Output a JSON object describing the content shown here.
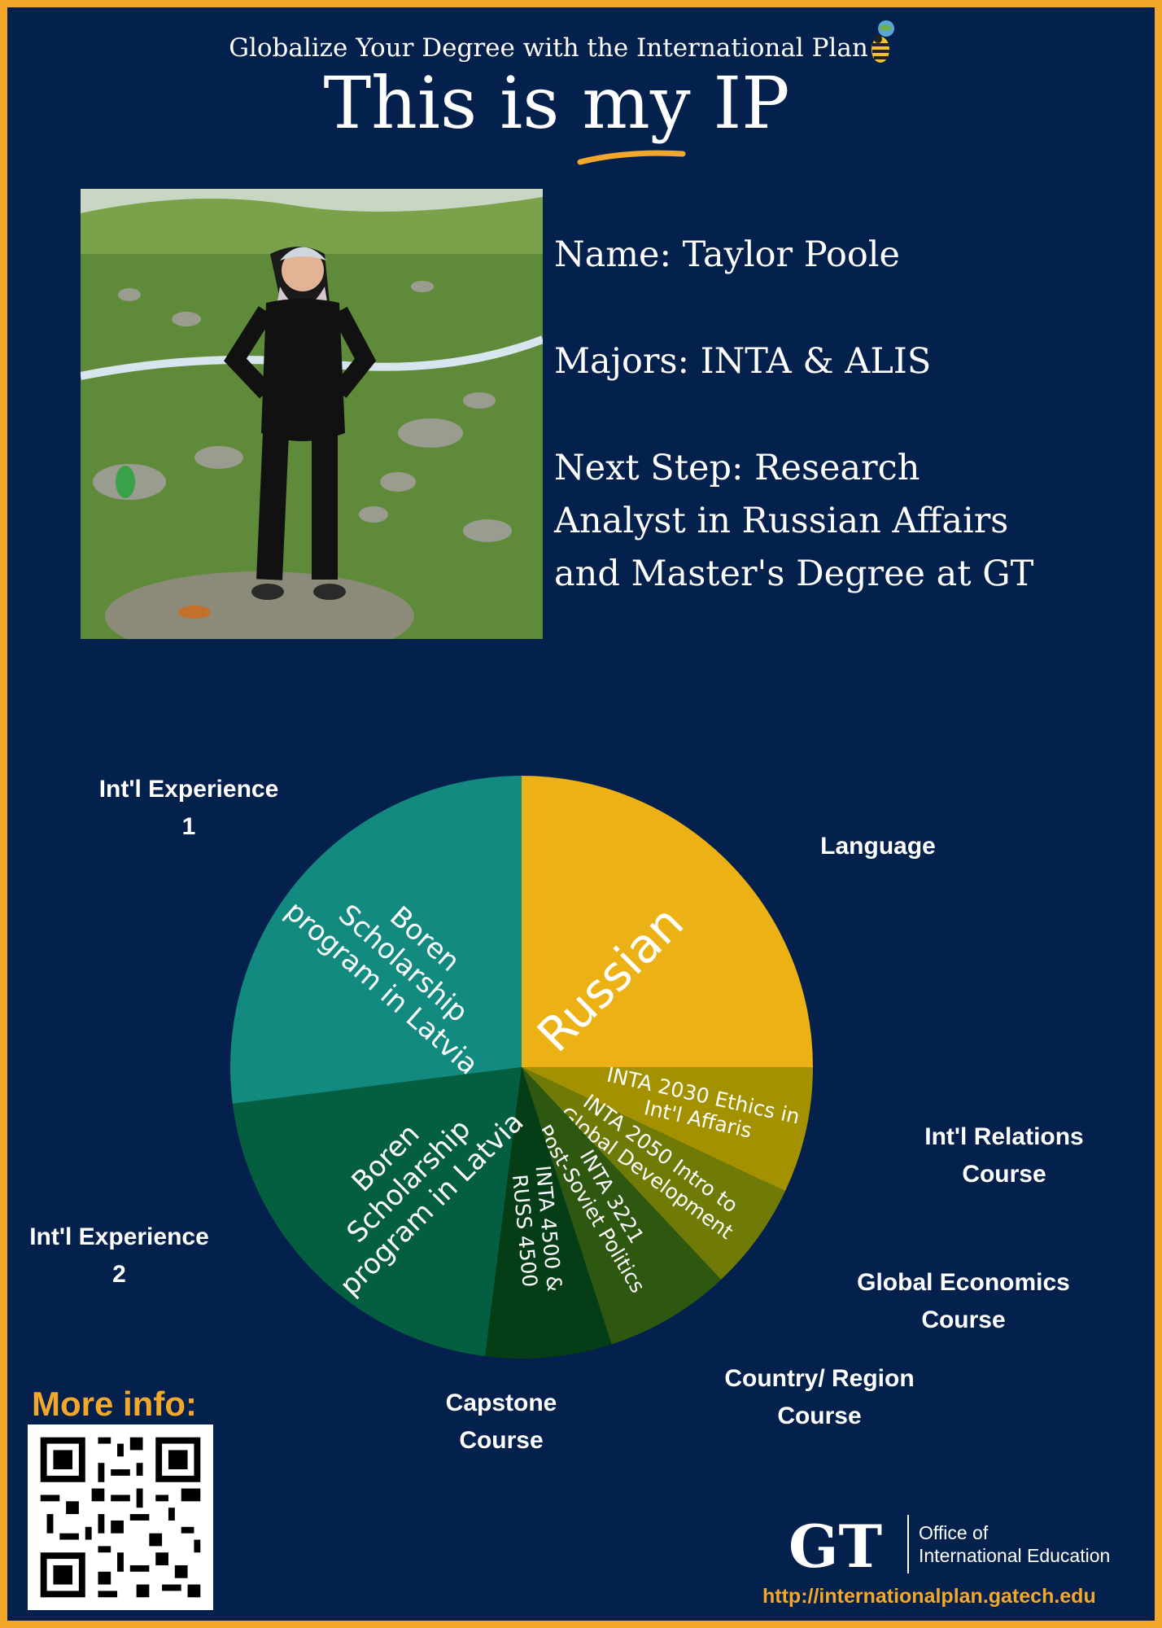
{
  "header": {
    "subtitle": "Globalize Your Degree with the International Plan",
    "title": "This is my IP"
  },
  "profile": {
    "name": "Name:  Taylor Poole",
    "majors": "Majors:  INTA & ALIS",
    "next_step_lines": [
      "Next Step:  Research",
      "Analyst in Russian Affairs",
      "and Master's Degree at GT"
    ]
  },
  "colors": {
    "background": "#03214c",
    "border": "#f3a72b",
    "accent": "#f3a72b"
  },
  "chart_data": {
    "type": "pie",
    "slices": [
      {
        "category": "Language",
        "label": "Russian",
        "value": 25,
        "color": "#ecb114"
      },
      {
        "category": "Int'l Relations Course",
        "label": "INTA 2030 Ethics in Int'l Affaris",
        "value": 7,
        "color": "#a49100"
      },
      {
        "category": "Global Economics Course",
        "label": "INTA 2050 Intro to Global Development",
        "value": 6,
        "color": "#6f7b06"
      },
      {
        "category": "Country/ Region Course",
        "label": "INTA 3221 Post-Soviet Politics",
        "value": 7,
        "color": "#2e5710"
      },
      {
        "category": "Capstone Course",
        "label": "INTA 4500 & RUSS 4500",
        "value": 7,
        "color": "#053d17"
      },
      {
        "category": "Int'l Experience 2",
        "label": "Boren Scholarship program in Latvia",
        "value": 21,
        "color": "#035f40"
      },
      {
        "category": "Int'l Experience 1",
        "label": "Boren Scholarship program in Latvia",
        "value": 27,
        "color": "#128a7f"
      }
    ]
  },
  "categories": {
    "language": "Language",
    "intl_relations": [
      "Int'l Relations",
      "Course"
    ],
    "global_econ": [
      "Global Economics",
      "Course"
    ],
    "country_region": [
      "Country/ Region",
      "Course"
    ],
    "capstone": [
      "Capstone",
      "Course"
    ],
    "intl_exp_2": [
      "Int'l Experience",
      "2"
    ],
    "intl_exp_1": [
      "Int'l Experience",
      "1"
    ]
  },
  "footer": {
    "more_info": "More info:",
    "office_lines": [
      "Office of",
      "International Education"
    ],
    "logo_text": "GT",
    "url": "http://internationalplan.gatech.edu"
  }
}
